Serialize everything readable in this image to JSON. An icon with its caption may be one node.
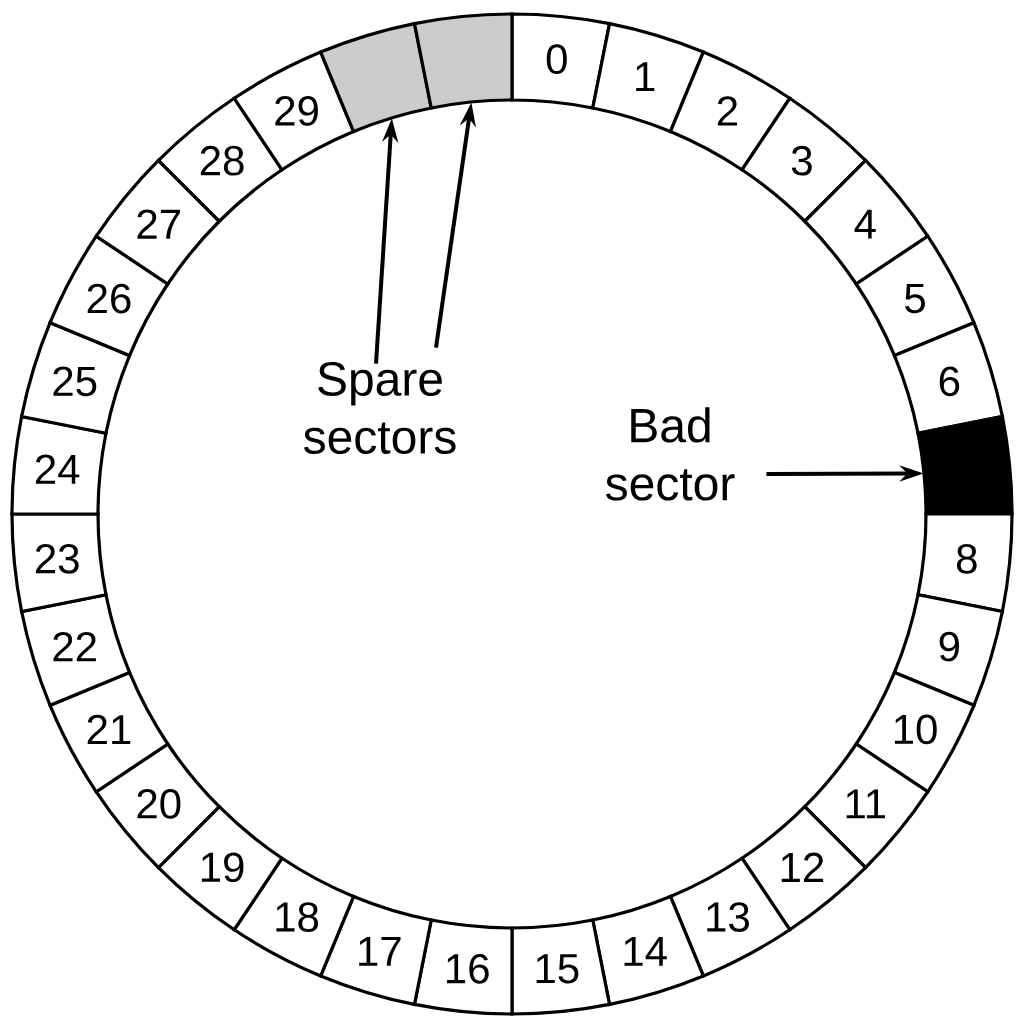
{
  "diagram": {
    "nodes": [
      {
        "text": [
          "0"
        ]
      },
      {
        "text": [
          "1"
        ]
      },
      {
        "text": [
          "2"
        ]
      },
      {
        "text": [
          "3"
        ]
      },
      {
        "text": [
          "4"
        ]
      },
      {
        "text": [
          "5"
        ]
      },
      {
        "text": [
          "6"
        ]
      },
      {
        "text": [],
        "shape": "box"
      },
      {
        "text": [
          "8"
        ]
      },
      {
        "text": [
          "9"
        ]
      },
      {
        "text": [
          "10"
        ]
      },
      {
        "text": [
          "11"
        ]
      },
      {
        "text": [
          "12"
        ]
      },
      {
        "text": [
          "13"
        ]
      },
      {
        "text": [
          "14"
        ]
      },
      {
        "text": [
          "15"
        ]
      },
      {
        "text": [
          "16"
        ]
      },
      {
        "text": [
          "17"
        ]
      },
      {
        "text": [
          "18"
        ]
      },
      {
        "text": [
          "19"
        ]
      },
      {
        "text": [
          "20"
        ]
      },
      {
        "text": [
          "21"
        ]
      },
      {
        "text": [
          "22"
        ]
      },
      {
        "text": [
          "23"
        ]
      },
      {
        "text": [
          "24"
        ]
      },
      {
        "text": [
          "25"
        ]
      },
      {
        "text": [
          "26"
        ]
      },
      {
        "text": [
          "27"
        ]
      },
      {
        "text": [
          "28"
        ]
      },
      {
        "text": [
          "29"
        ]
      },
      {
        "text": [],
        "shape": "box"
      },
      {
        "text": [],
        "shape": "box"
      },
      {
        "text": [
          "Spare sectors"
        ]
      },
      {
        "text": [
          "Bad sector"
        ]
      }
    ],
    "edges": [
      {
        "from": 32,
        "to": 30,
        "arrow": "to"
      },
      {
        "from": 32,
        "to": 31,
        "arrow": "to"
      },
      {
        "from": 33,
        "to": 7,
        "arrow": "to"
      }
    ]
  }
}
